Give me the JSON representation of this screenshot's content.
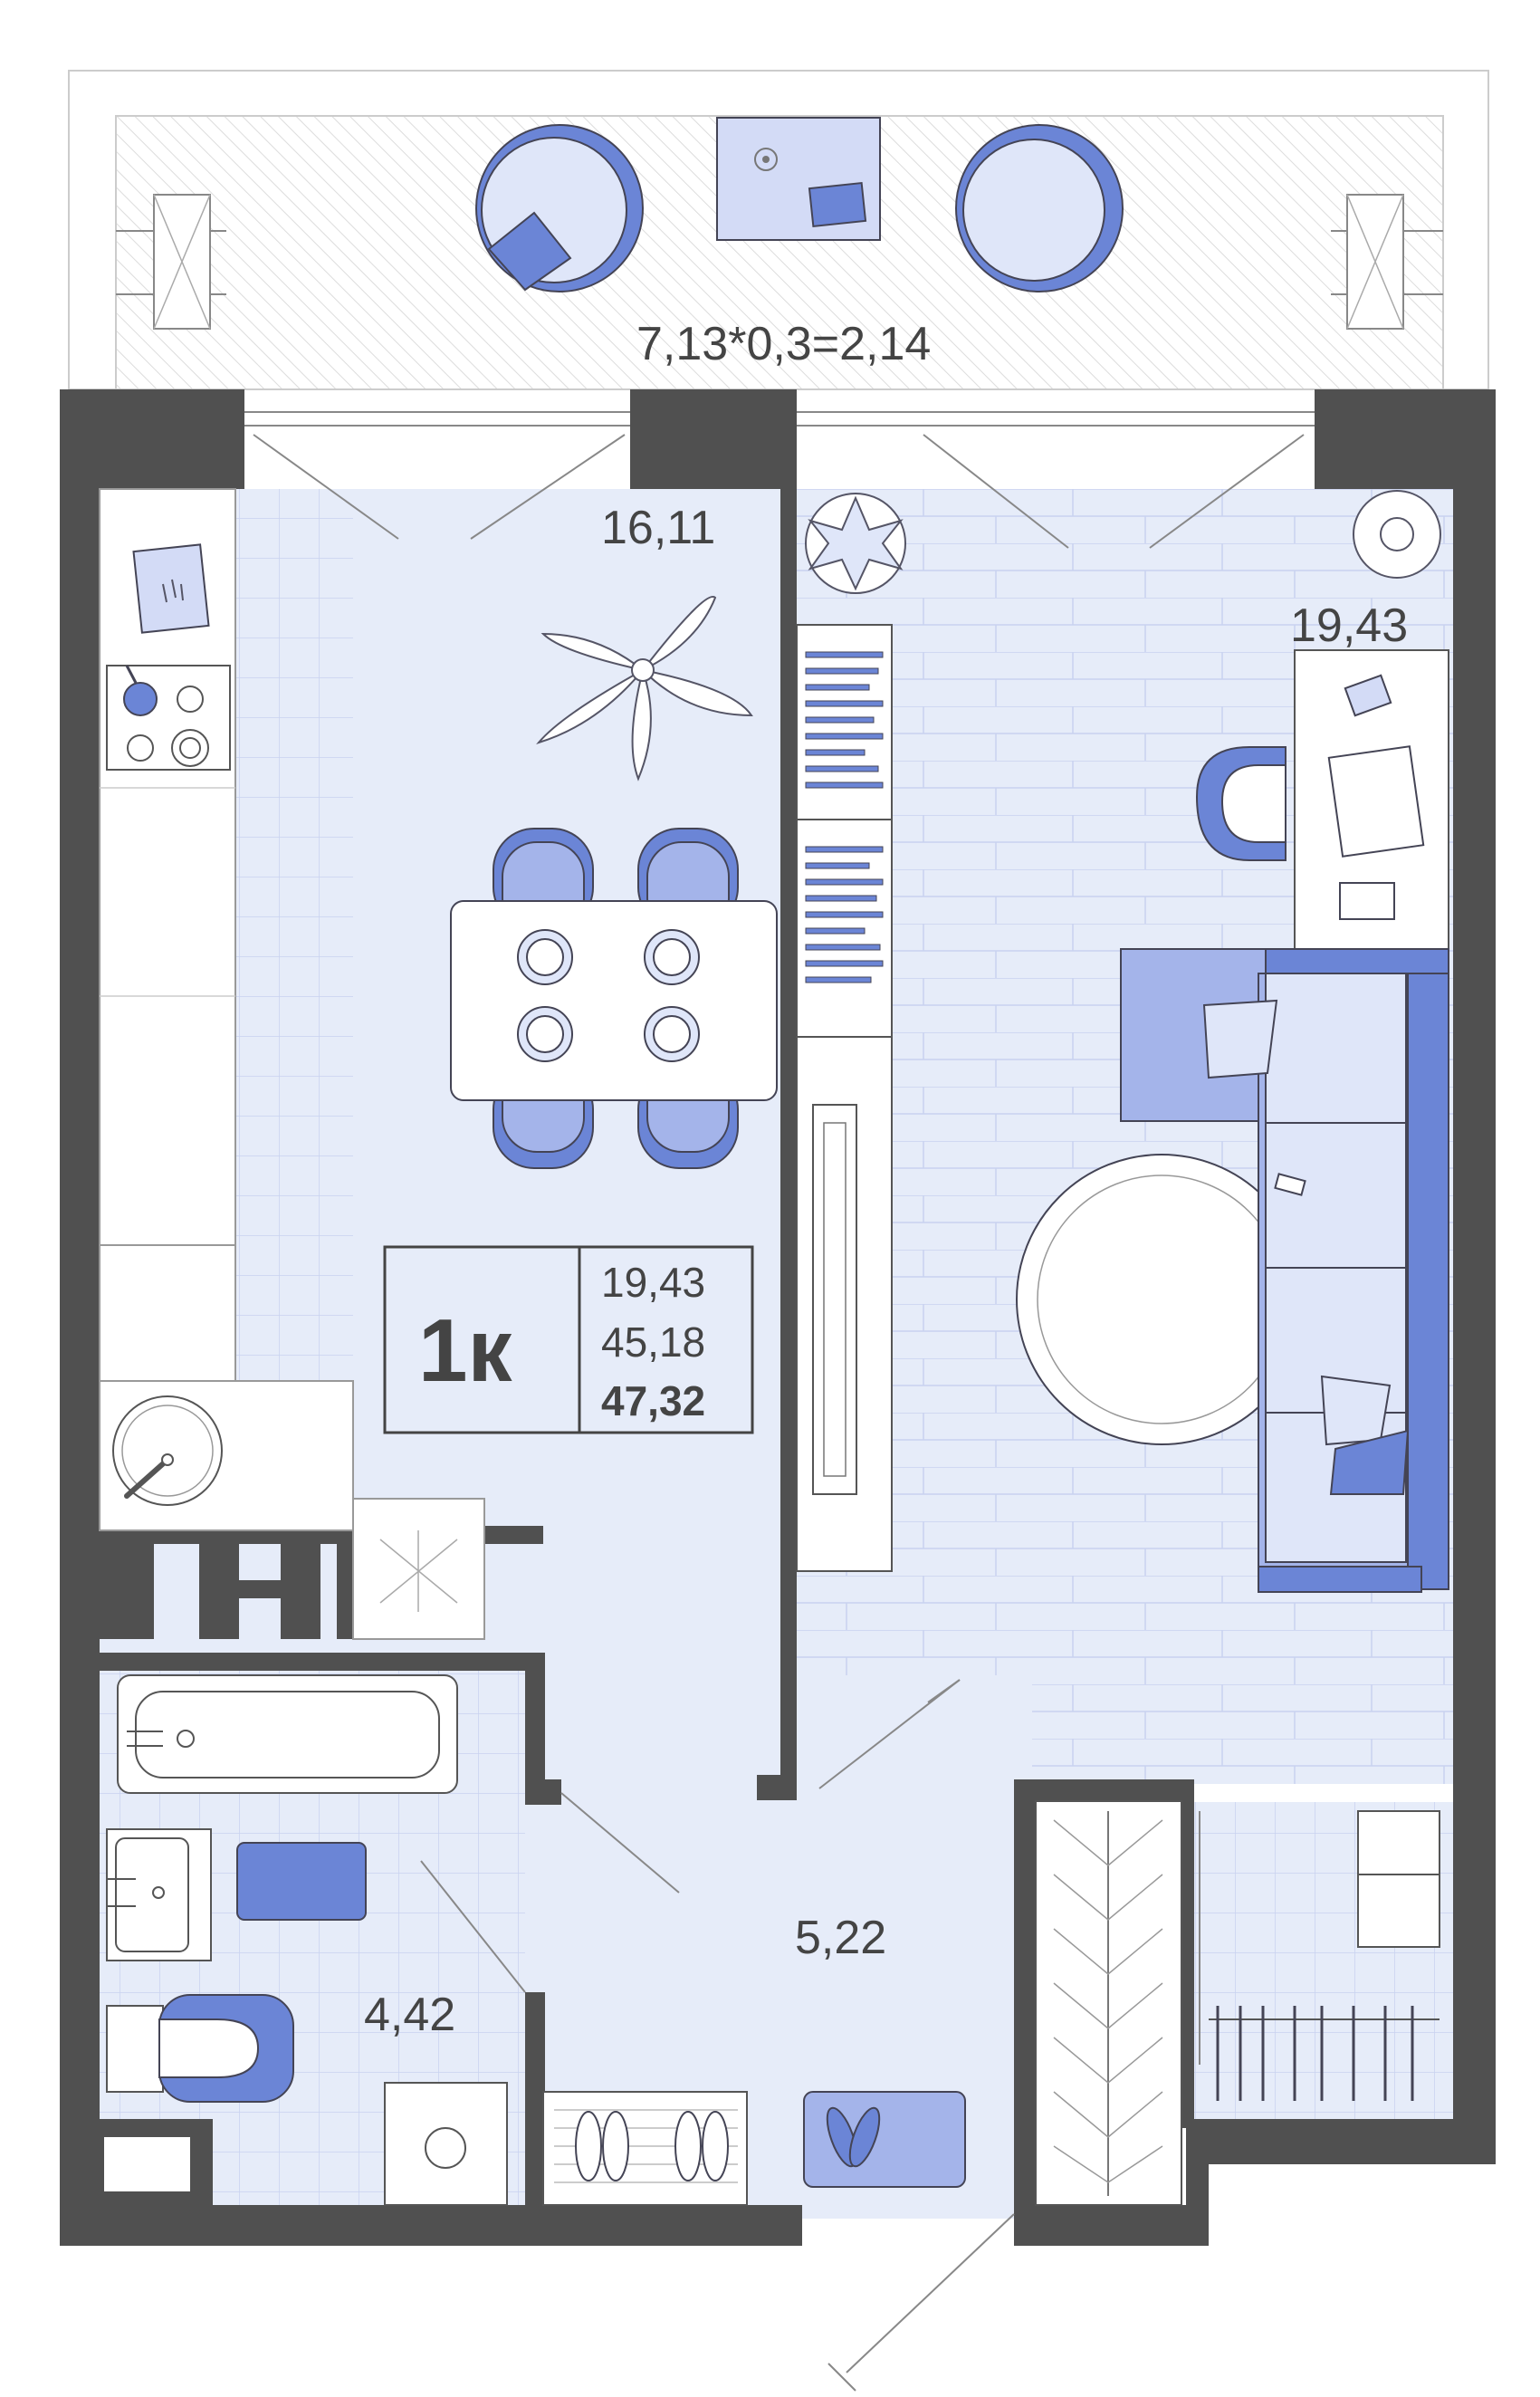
{
  "plan": {
    "balcony_label": "7,13*0,3=2,14",
    "rooms": {
      "kitchen_area": "16,11",
      "living_area": "19,43",
      "hall_area": "5,22",
      "bathroom_area": "4,42"
    },
    "info_box": {
      "apartment_type": "1к",
      "living_area": "19,43",
      "usable_area": "45,18",
      "total_area": "47,32"
    },
    "colors": {
      "wall": "#505050",
      "floor": "#e6ecf9",
      "accent": "#6b85d6",
      "accent_light": "#a4b4ea",
      "line": "#9aa8dc"
    }
  }
}
